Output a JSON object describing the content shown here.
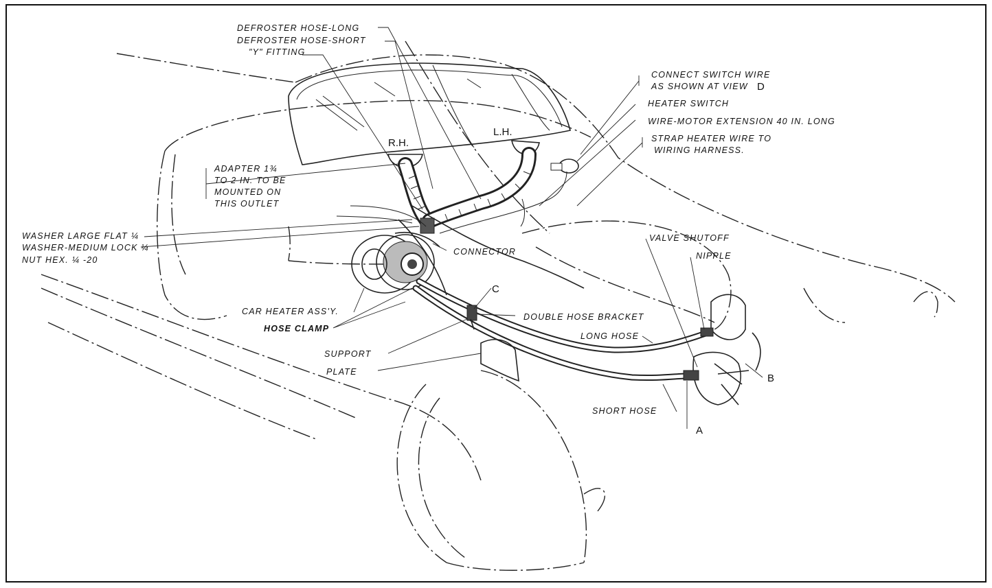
{
  "labels": {
    "defroster_hose_long": "DEFROSTER HOSE-LONG",
    "defroster_hose_short": "DEFROSTER HOSE-SHORT",
    "y_fitting": "\"Y\" FITTING",
    "connect_switch_wire_1": "CONNECT SWITCH WIRE",
    "connect_switch_wire_2": "AS SHOWN AT VIEW",
    "view_letter": "D",
    "heater_switch": "HEATER SWITCH",
    "wire_motor_extension": "WIRE-MOTOR EXTENSION 40 IN. LONG",
    "strap_heater_wire_1": "STRAP HEATER WIRE TO",
    "strap_heater_wire_2": "WIRING HARNESS.",
    "adapter_1": "ADAPTER 1¾",
    "adapter_2": "TO 2 IN. TO BE",
    "adapter_3": "MOUNTED ON",
    "adapter_4": "THIS OUTLET",
    "rh": "R.H.",
    "lh": "L.H.",
    "washer_large_flat": "WASHER LARGE FLAT ¼",
    "washer_medium_lock": "WASHER-MEDIUM LOCK ¼",
    "nut_hex": "NUT HEX. ¼ -20",
    "connector": "CONNECTOR",
    "valve_shutoff": "VALVE SHUTOFF",
    "nipple": "NIPPLE",
    "car_heater_assy": "CAR HEATER ASS'Y.",
    "c": "C",
    "double_hose_bracket": "DOUBLE HOSE BRACKET",
    "hose_clamp": "HOSE CLAMP",
    "long_hose": "LONG HOSE",
    "support": "SUPPORT",
    "plate": "PLATE",
    "b": "B",
    "short_hose": "SHORT HOSE",
    "a": "A"
  }
}
